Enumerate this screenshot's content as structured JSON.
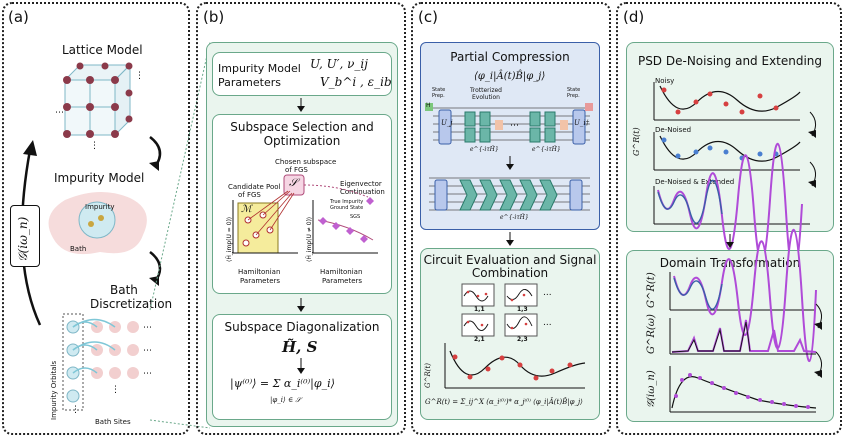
{
  "panels": {
    "a": "(a)",
    "b": "(b)",
    "c": "(c)",
    "d": "(d)"
  },
  "panel_a": {
    "lattice_model": "Lattice Model",
    "impurity_model": "Impurity Model",
    "impurity": "Impurity",
    "bath": "Bath",
    "bath_discretization_1": "Bath",
    "bath_discretization_2": "Discretization",
    "impurity_orbitals": "Impurity Orbitals",
    "bath_sites": "Bath Sites",
    "green_function_label": "𝒢(iω_n)"
  },
  "panel_b": {
    "params_title_1": "Impurity Model",
    "params_title_2": "Parameters",
    "params_math_1": "U, U′, ν_ij",
    "params_math_2": "V_b^i , ε_ib",
    "subspace_title_1": "Subspace Selection and",
    "subspace_title_2": "Optimization",
    "chosen_subspace_1": "Chosen subspace",
    "chosen_subspace_2": "of FGS",
    "candidate_pool_1": "Candidate Pool",
    "candidate_pool_2": "of FGS",
    "eigen_cont_1": "Eigenvector",
    "eigen_cont_2": "Continuation",
    "true_impurity_1": "True Impurity",
    "true_impurity_2": "Ground State",
    "sgs": "SGS",
    "s_symbol": "𝒮",
    "m_symbol": "ℳ",
    "hamiltonian_params_left_1": "Hamiltonian",
    "hamiltonian_params_left_2": "Parameters",
    "hamiltonian_params_right_1": "Hamiltonian",
    "hamiltonian_params_right_2": "Parameters",
    "h_imp_u0": "⟨Ĥ_imp(U = 0)⟩",
    "h_imp_un0": "⟨Ĥ_imp(U ≠ 0)⟩",
    "diag_title": "Subspace Diagonalization",
    "diag_math": "H̃, S",
    "psi_eq": "|ψ⁽⁰⁾⟩ = Σ α_i⁽⁰⁾|φ_i⟩",
    "psi_sub": "|φ_i⟩ ∈ 𝒮"
  },
  "panel_c": {
    "pc_title": "Partial Compression",
    "pc_math": "⟨φ_i|Â(t)B̂|φ_j⟩",
    "state_prep_1": "State",
    "state_prep_2": "Prep.",
    "trotter_1": "Trotterized",
    "trotter_2": "Evolution",
    "state_prep_r_1": "State",
    "state_prep_r_2": "Prep.",
    "exp_1": "e^{-iτĤ}",
    "exp_2": "e^{-iτĤ}",
    "exp_3": "e^{-iτĤ}",
    "uj": "U_j",
    "ui": "U_i†",
    "h_gate": "H",
    "eval_title_1": "Circuit Evaluation and Signal",
    "eval_title_2": "Combination",
    "tiles": [
      "1,1",
      "1,3",
      "2,1",
      "2,3"
    ],
    "dots": "...",
    "gr_label": "G^R(t)",
    "gr_eq": "G^R(t) = Σ_ij^X (α_i⁽⁰⁾)* α_j⁽⁰⁾ ⟨φ_i|Â(t)B̂|φ_j⟩"
  },
  "panel_d": {
    "psd_title": "PSD De-Noising and Extending",
    "noisy": "Noisy",
    "denoised": "De-Noised",
    "denoised_ext": "De-Noised & Extended",
    "gr_t": "G^R(t)",
    "domain_title": "Domain Transformation",
    "gr_t2": "G^R(t)",
    "gr_w": "G^R(ω)",
    "g_iwn": "𝒢(iω_n)"
  },
  "colors": {
    "box_fill": "#eaf5ee",
    "box_border": "#6aa88a",
    "circuit_bg": "#dfe8f5",
    "accent_purple": "#b04bd8",
    "accent_red": "#d64040",
    "accent_blue": "#3a5fa8"
  }
}
